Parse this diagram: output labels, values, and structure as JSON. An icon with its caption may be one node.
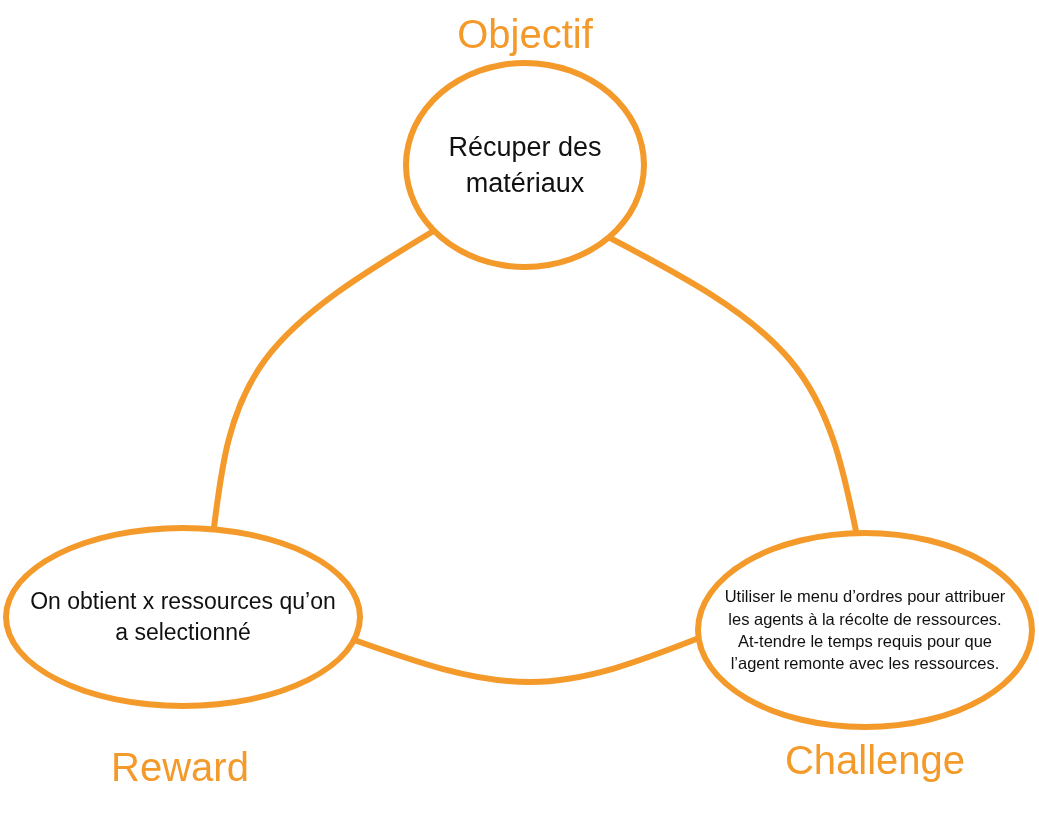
{
  "diagram": {
    "nodes": [
      {
        "text": [
          "Récuper des matériaux"
        ],
        "beside": [
          "Objectif"
        ]
      },
      {
        "text": [
          "Utiliser le menu d’ordres pour attribuer les agents à la récolte de ressources. At-tendre le temps requis pour que l’agent remonte avec les ressources."
        ],
        "beside": [
          "Challenge"
        ]
      },
      {
        "text": [
          "On obtient x ressources qu’on a selectionné"
        ],
        "beside": [
          "Reward"
        ]
      }
    ],
    "edges": [
      {
        "from": 0,
        "to": 1,
        "arrow": "none"
      },
      {
        "from": 1,
        "to": 2,
        "arrow": "none"
      },
      {
        "from": 2,
        "to": 0,
        "arrow": "none"
      }
    ]
  }
}
